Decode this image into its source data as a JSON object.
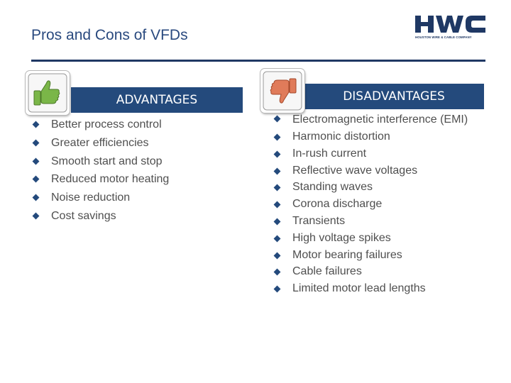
{
  "slide": {
    "title": "Pros and Cons of VFDs"
  },
  "logo": {
    "wordmark": "HWC",
    "tagline": "HOUSTON WIRE & CABLE COMPANY",
    "color": "#1f3864"
  },
  "advantages": {
    "header": "ADVANTAGES",
    "icon": "thumbs-up-icon",
    "items": [
      "Better process control",
      "Greater efficiencies",
      "Smooth start and stop",
      "Reduced motor heating",
      "Noise reduction",
      "Cost savings"
    ]
  },
  "disadvantages": {
    "header": "DISADVANTAGES",
    "icon": "thumbs-down-icon",
    "items": [
      "Electromagnetic interference (EMI)",
      "Harmonic distortion",
      "In-rush current",
      "Reflective wave voltages",
      "Standing waves",
      "Corona discharge",
      "Transients",
      "High voltage spikes",
      "Motor bearing failures",
      "Cable failures",
      "Limited motor lead lengths"
    ]
  },
  "colors": {
    "header_bg": "#244a7c",
    "bullet": "#244a7c",
    "title": "#2a4a7f",
    "text": "#4f4f4f",
    "thumbs_up": "#7ab648",
    "thumbs_down": "#e07b5a"
  }
}
